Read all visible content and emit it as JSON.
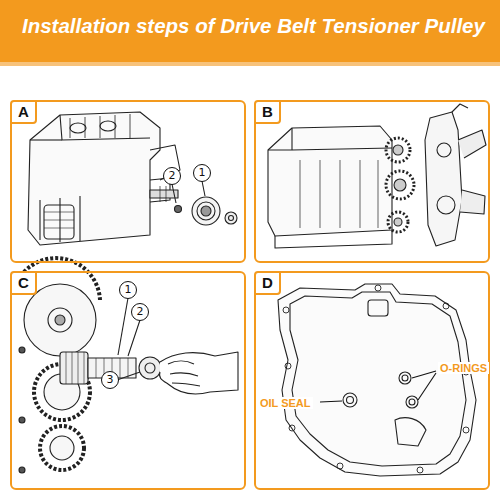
{
  "diagram": {
    "title": "Installation steps of Drive Belt Tensioner Pulley",
    "nodes": [
      {
        "text": [
          "A"
        ]
      },
      {
        "text": [
          "B"
        ]
      },
      {
        "text": [
          "C"
        ]
      },
      {
        "text": [
          "D"
        ]
      }
    ],
    "labels": [
      "2",
      "1",
      "1",
      "2",
      "3",
      "OIL SEAL",
      "O-RINGS"
    ]
  }
}
